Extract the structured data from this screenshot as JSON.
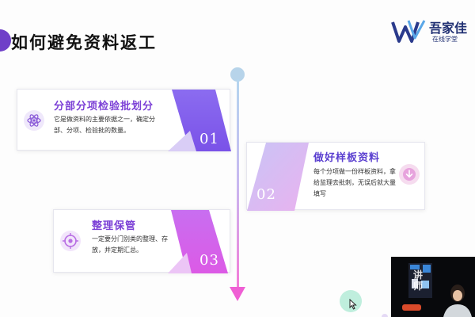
{
  "slide": {
    "title": "如何避免资料返工",
    "logo": {
      "name": "吾家佳",
      "subtitle": "在线学堂"
    }
  },
  "cards": [
    {
      "number": "01",
      "title": "分部分项检验批划分",
      "description": "它是做资料的主要依据之一，确定分部、分项、检验批的数量。",
      "icon": "atom-icon",
      "title_color": "#7b3fd6"
    },
    {
      "number": "02",
      "title": "做好样板资料",
      "description": "每个分项做一份样板资料，拿给监理去批刺，无误后就大量填写",
      "icon": "download-arrow-icon",
      "title_color": "#5a3fd0"
    },
    {
      "number": "03",
      "title": "整理保管",
      "description": "一定要分门别类的整理、存放，并定期汇总。",
      "icon": "target-icon",
      "title_color": "#7b3fd6"
    }
  ],
  "video": {
    "sign_text": "讲师"
  },
  "colors": {
    "accent_purple": "#7b3fd6",
    "accent_pink": "#ef5fd4",
    "timeline_blue": "#b7d4ea"
  }
}
